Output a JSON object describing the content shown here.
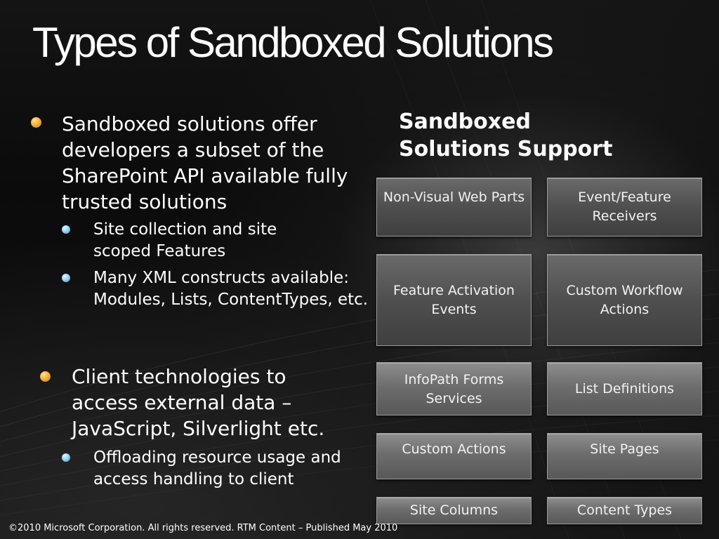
{
  "slide": {
    "title": "Types of Sandboxed Solutions",
    "footer": "©2010 Microsoft Corporation. All rights reserved. RTM Content – Published May 2010"
  },
  "bullets": {
    "b1": {
      "text": "Sandboxed solutions offer developers a subset of the SharePoint API available fully trusted solutions",
      "sub1": "Site collection and site scoped Features",
      "sub2": "Many XML constructs available: Modules, Lists, ContentTypes, etc."
    },
    "b2": {
      "text": "Client technologies to access external data – JavaScript, Silverlight etc.",
      "sub1": "Offloading resource usage and access handling to client"
    }
  },
  "support": {
    "heading": "Sandboxed Solutions Support",
    "tiles": [
      "Non-Visual Web Parts",
      "Event/Feature Receivers",
      "Feature Activation Events",
      "Custom Workflow Actions",
      "InfoPath Forms Services",
      "List Definitions",
      "Custom Actions",
      "Site Pages",
      "Site Columns",
      "Content Types"
    ]
  },
  "colors": {
    "bullet_level1": "#f7b33b",
    "bullet_level2": "#8fd0f6",
    "tile_fill": "#6d6d6d"
  }
}
